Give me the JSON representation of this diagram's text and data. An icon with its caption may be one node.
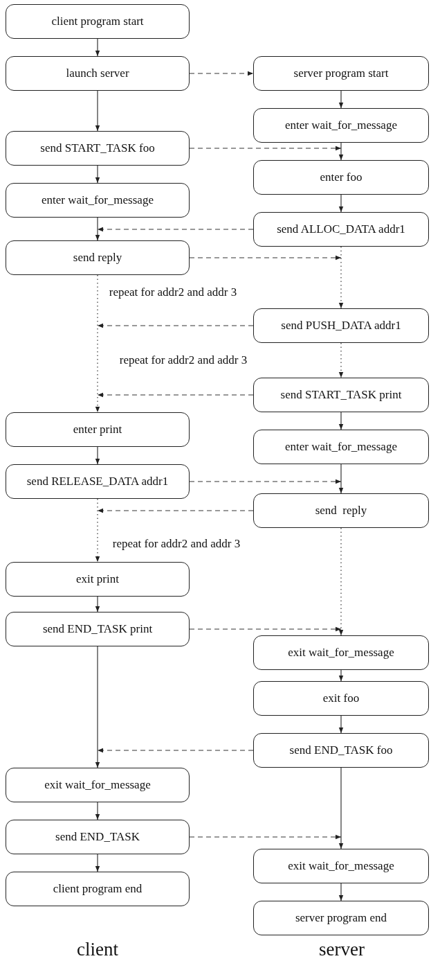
{
  "diagram": {
    "nodes": [
      {
        "text": [
          "client program start"
        ]
      },
      {
        "text": [
          "launch server"
        ]
      },
      {
        "text": [
          "send START_TASK foo"
        ]
      },
      {
        "text": [
          "enter wait_for_message"
        ]
      },
      {
        "text": [
          "send reply"
        ]
      },
      {
        "text": [
          "enter print"
        ]
      },
      {
        "text": [
          "send RELEASE_DATA addr1"
        ]
      },
      {
        "text": [
          "exit print"
        ]
      },
      {
        "text": [
          "send END_TASK print"
        ]
      },
      {
        "text": [
          "exit wait_for_message"
        ]
      },
      {
        "text": [
          "send END_TASK"
        ]
      },
      {
        "text": [
          "client program end"
        ]
      },
      {
        "text": [
          "server program start"
        ]
      },
      {
        "text": [
          "enter wait_for_message"
        ]
      },
      {
        "text": [
          "enter foo"
        ]
      },
      {
        "text": [
          "send ALLOC_DATA addr1"
        ]
      },
      {
        "text": [
          "send PUSH_DATA addr1"
        ]
      },
      {
        "text": [
          "send START_TASK print"
        ]
      },
      {
        "text": [
          "enter wait_for_message"
        ]
      },
      {
        "text": [
          "send  reply"
        ]
      },
      {
        "text": [
          "exit wait_for_message"
        ]
      },
      {
        "text": [
          "exit foo"
        ]
      },
      {
        "text": [
          "send END_TASK foo"
        ]
      },
      {
        "text": [
          "exit wait_for_message"
        ]
      },
      {
        "text": [
          "server program end"
        ]
      }
    ],
    "edges": [
      {
        "from": 0,
        "to": 1,
        "arrow": "to"
      },
      {
        "from": 1,
        "to": 2,
        "arrow": "to"
      },
      {
        "from": 2,
        "to": 3,
        "arrow": "to"
      },
      {
        "from": 3,
        "to": 4,
        "arrow": "to"
      },
      {
        "from": 4,
        "to": 5,
        "arrow": "to",
        "style": "dashed"
      },
      {
        "from": 5,
        "to": 6,
        "arrow": "to"
      },
      {
        "from": 6,
        "to": 7,
        "arrow": "to",
        "style": "dashed"
      },
      {
        "from": 7,
        "to": 8,
        "arrow": "to"
      },
      {
        "from": 8,
        "to": 9,
        "arrow": "to"
      },
      {
        "from": 9,
        "to": 10,
        "arrow": "to"
      },
      {
        "from": 10,
        "to": 11,
        "arrow": "to"
      },
      {
        "from": 12,
        "to": 13,
        "arrow": "to"
      },
      {
        "from": 13,
        "to": 14,
        "arrow": "to"
      },
      {
        "from": 14,
        "to": 15,
        "arrow": "to"
      },
      {
        "from": 15,
        "to": 16,
        "arrow": "to",
        "style": "dashed"
      },
      {
        "from": 16,
        "to": 17,
        "arrow": "to",
        "style": "dashed"
      },
      {
        "from": 17,
        "to": 18,
        "arrow": "to"
      },
      {
        "from": 18,
        "to": 19,
        "arrow": "to"
      },
      {
        "from": 19,
        "to": 20,
        "arrow": "to",
        "style": "dashed"
      },
      {
        "from": 20,
        "to": 21,
        "arrow": "to"
      },
      {
        "from": 21,
        "to": 22,
        "arrow": "to"
      },
      {
        "from": 22,
        "to": 23,
        "arrow": "to"
      },
      {
        "from": 23,
        "to": 24,
        "arrow": "to"
      },
      {
        "from": 1,
        "to": 12,
        "arrow": "to",
        "style": "dashed"
      },
      {
        "from": 2,
        "to": 13,
        "arrow": "to",
        "style": "dashed"
      },
      {
        "from": 15,
        "to": 3,
        "arrow": "to",
        "style": "dashed"
      },
      {
        "from": 4,
        "to": 15,
        "arrow": "to",
        "style": "dashed"
      },
      {
        "from": 16,
        "to": null,
        "arrow": "to",
        "style": "dashed"
      },
      {
        "from": 17,
        "to": 5,
        "arrow": "to",
        "style": "dashed"
      },
      {
        "from": 6,
        "to": 19,
        "arrow": "to",
        "style": "dashed"
      },
      {
        "from": 19,
        "to": 6,
        "arrow": "to",
        "style": "dashed"
      },
      {
        "from": 8,
        "to": 20,
        "arrow": "to",
        "style": "dashed"
      },
      {
        "from": 22,
        "to": 9,
        "arrow": "to",
        "style": "dashed"
      },
      {
        "from": 10,
        "to": 23,
        "arrow": "to",
        "style": "dashed"
      }
    ],
    "labels": [
      "repeat for addr2 and addr 3",
      "repeat for addr2 and addr 3",
      "repeat for addr2 and addr 3",
      "client",
      "server"
    ]
  }
}
